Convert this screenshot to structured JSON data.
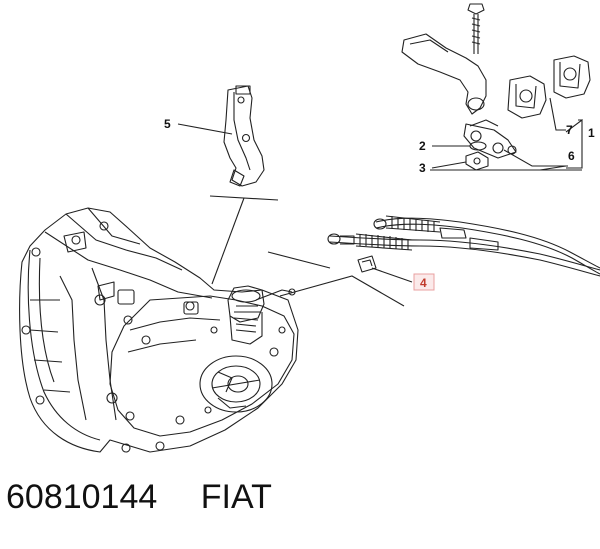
{
  "callouts": [
    {
      "label": "1"
    },
    {
      "label": "2"
    },
    {
      "label": "3"
    },
    {
      "label": "4",
      "highlighted": true
    },
    {
      "label": "5"
    },
    {
      "label": "6"
    },
    {
      "label": "7"
    }
  ],
  "footer": {
    "part_number": "60810144",
    "brand": "FIAT"
  },
  "colors": {
    "line": "#222222",
    "highlight_box": "#e8a0a0",
    "highlight_text": "#c0392b"
  }
}
